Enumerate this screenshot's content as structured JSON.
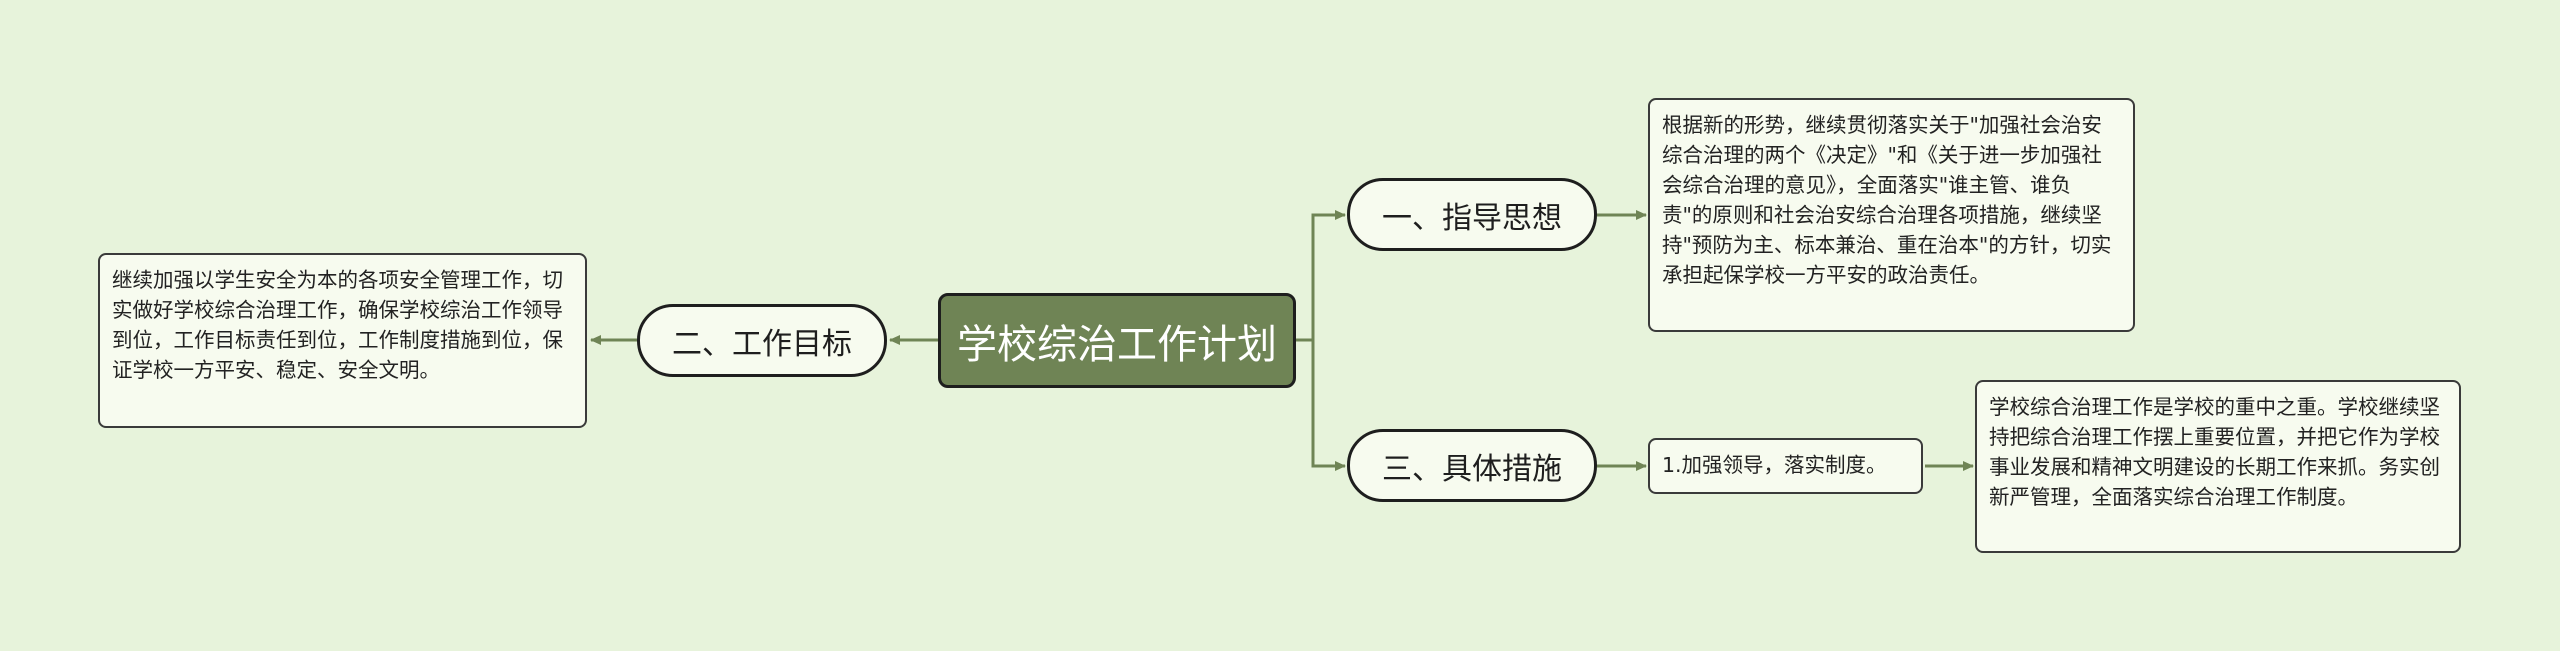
{
  "root": {
    "label": "学校综治工作计划"
  },
  "branches": [
    {
      "label": "一、指导思想"
    },
    {
      "label": "二、工作目标"
    },
    {
      "label": "三、具体措施"
    }
  ],
  "leaves": {
    "guiding_idea": "根据新的形势，继续贯彻落实关于\"加强社会治安综合治理的两个《决定》\"和《关于进一步加强社会综合治理的意见》，全面落实\"谁主管、谁负责\"的原则和社会治安综合治理各项措施，继续坚持\"预防为主、标本兼治、重在治本\"的方针，切实承担起保学校一方平安的政治责任。",
    "work_goal": "继续加强以学生安全为本的各项安全管理工作，切实做好学校综合治理工作，确保学校综治工作领导到位，工作目标责任到位，工作制度措施到位，保证学校一方平安、稳定、安全文明。",
    "measure_1": "1.加强领导，落实制度。",
    "measure_1_detail": "学校综合治理工作是学校的重中之重。学校继续坚持把综合治理工作摆上重要位置，并把它作为学校事业发展和精神文明建设的长期工作来抓。务实创新严管理，全面落实综合治理工作制度。"
  },
  "colors": {
    "background": "#e7f3db",
    "root_fill": "#6f8455",
    "connector": "#6f8455"
  }
}
